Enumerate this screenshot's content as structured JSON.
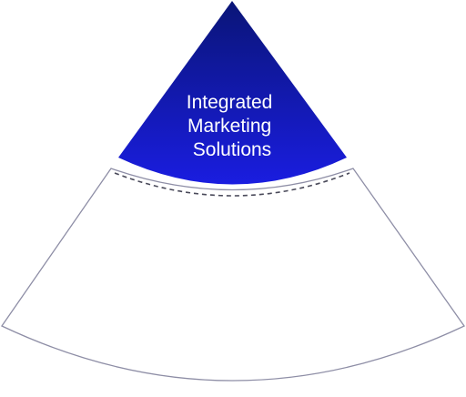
{
  "diagram": {
    "label_lines": [
      "Integrated",
      "Marketing",
      "Solutions"
    ],
    "colors": {
      "top_gradient_start": "#0a1577",
      "top_gradient_end": "#1a1de0",
      "outline": "#8e8ea6",
      "dashed_arc": "#4a4a5a",
      "background": "#ffffff"
    }
  }
}
